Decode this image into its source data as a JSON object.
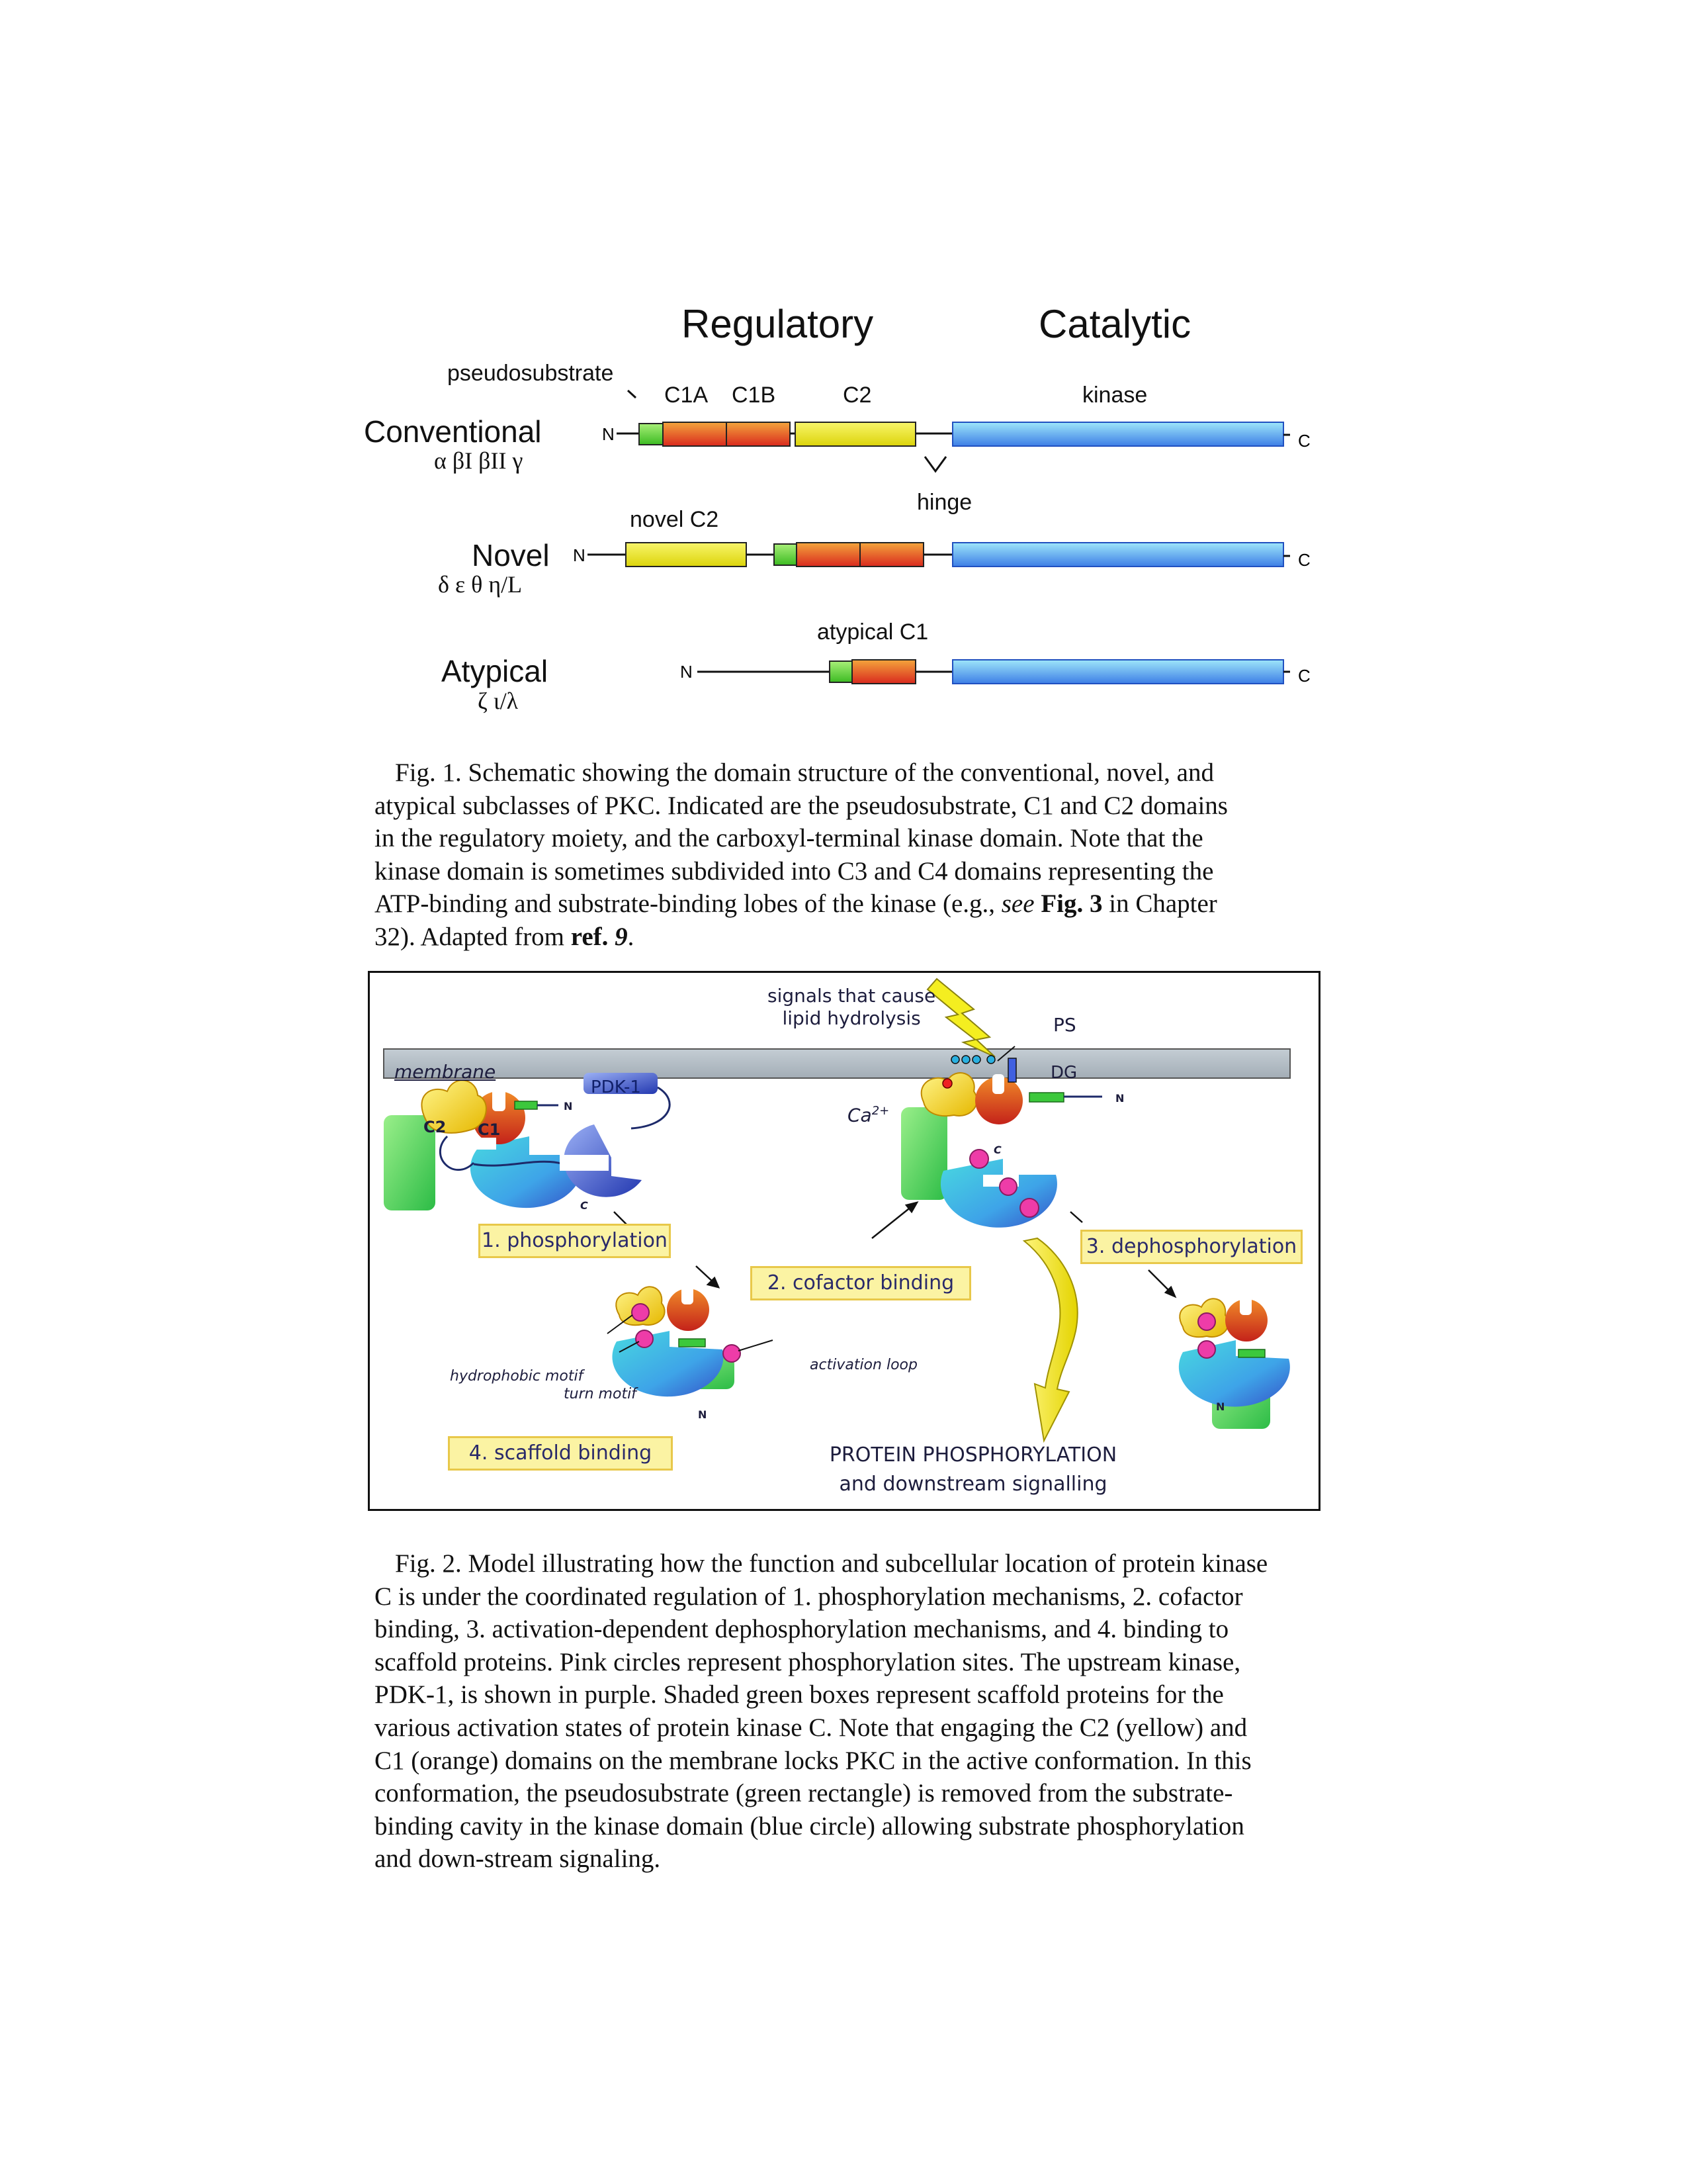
{
  "fig1": {
    "header_regulatory": "Regulatory",
    "header_catalytic": "Catalytic",
    "label_pseudosubstrate": "pseudosubstrate",
    "label_c1a": "C1A",
    "label_c1b": "C1B",
    "label_c2": "C2",
    "label_kinase": "kinase",
    "label_hinge": "hinge",
    "label_novel_c2": "novel C2",
    "label_atypical_c1": "atypical C1",
    "n_term": "N",
    "c_term": "C",
    "rows": [
      {
        "name": "Conventional",
        "isoforms": "α βI βII γ"
      },
      {
        "name": "Novel",
        "isoforms": "δ ε θ η/L"
      },
      {
        "name": "Atypical",
        "isoforms": "ζ ι/λ"
      }
    ],
    "colors": {
      "pseudosubstrate": "#5fd23a",
      "c1": "#e8502a",
      "c2": "#e8e320",
      "kinase": "#6ec6f0"
    }
  },
  "caption1": {
    "lines": [
      "Fig. 1. Schematic showing the domain structure of the conventional, novel, and",
      "atypical subclasses of PKC. Indicated are the pseudosubstrate, C1 and C2 domains",
      "in the regulatory moiety, and the carboxyl-terminal kinase domain. Note that the",
      "kinase domain is sometimes subdivided into C3 and C4 domains representing the"
    ],
    "line5_pre": "ATP-binding and substrate-binding lobes of the kinase (e.g., ",
    "line5_see": "see",
    "line5_fig": "Fig. 3",
    "line5_post": " in Chapter",
    "line6_pre": "32). Adapted from ",
    "line6_ref": "ref. ",
    "line6_refnum": "9",
    "line6_end": "."
  },
  "fig2": {
    "signals_line1": "signals that cause",
    "signals_line2": "lipid hydrolysis",
    "ps": "PS",
    "dg": "DG",
    "membrane": "membrane",
    "pdk1": "PDK-1",
    "c2": "C2",
    "c1": "C1",
    "ca": "Ca",
    "ca_sup": "2+",
    "n": "N",
    "c": "C",
    "step1": "1. phosphorylation",
    "step2": "2. cofactor binding",
    "step3": "3. dephosphorylation",
    "step4": "4. scaffold binding",
    "hydrophobic_motif": "hydrophobic motif",
    "turn_motif": "turn motif",
    "activation_loop": "activation loop",
    "output_line1": "PROTEIN PHOSPHORYLATION",
    "output_line2": "and downstream signalling"
  },
  "caption2": {
    "lines": [
      "Fig. 2. Model illustrating how the function and subcellular location of protein kinase",
      "C is under the coordinated regulation of 1. phosphorylation mechanisms, 2. cofactor",
      "binding, 3. activation-dependent dephosphorylation mechanisms, and 4. binding to",
      "scaffold proteins. Pink circles represent phosphorylation sites. The upstream kinase,",
      "PDK-1, is shown in purple. Shaded green boxes represent scaffold proteins for the",
      "various activation states of protein kinase C. Note that engaging the C2 (yellow) and",
      "C1 (orange) domains on the membrane locks PKC in the active conformation. In this",
      "conformation, the pseudosubstrate (green rectangle) is removed from the substrate-",
      "binding cavity in the kinase domain (blue circle) allowing substrate phosphorylation",
      "and down-stream signaling."
    ]
  }
}
